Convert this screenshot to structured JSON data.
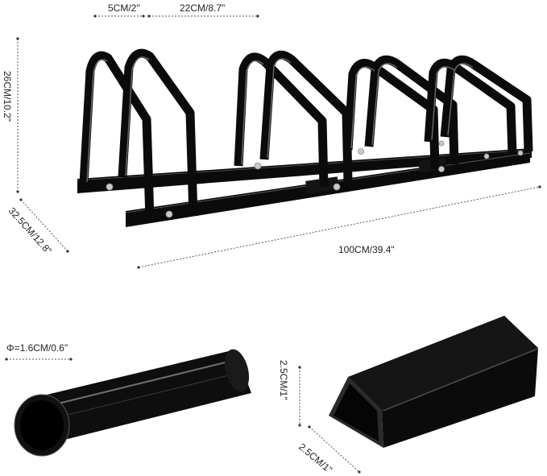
{
  "dimensions": {
    "gap": "5CM/2\"",
    "slot_width": "22CM/8.7\"",
    "height": "26CM/10.2\"",
    "depth": "32.5CM/12.8\"",
    "length": "100CM/39.4\"",
    "tube_diameter": "Φ=1.6CM/0.6\"",
    "square_height": "2.5CM/1\"",
    "square_width": "2.5CM/1\""
  },
  "colors": {
    "metal": "#0b0b0b",
    "highlight": "#5a5a5a",
    "dim_line": "#666666",
    "background": "#ffffff"
  }
}
